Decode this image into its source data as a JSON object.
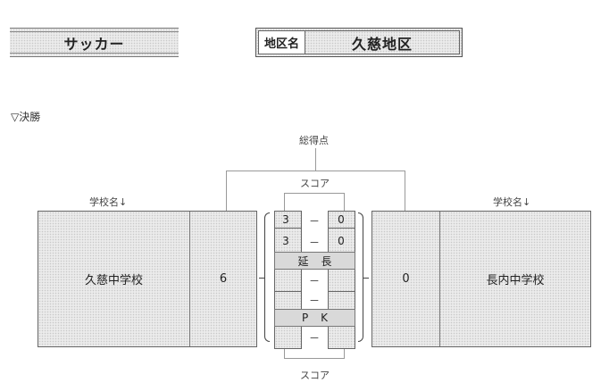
{
  "header": {
    "sport": "サッカー",
    "region_label": "地区名",
    "region_name": "久慈地区"
  },
  "section_title": "▽決勝",
  "total_score_label": "総得点",
  "score_label_top": "スコア",
  "score_label_bottom": "スコア",
  "school_label": "学校名↓",
  "match": {
    "team_left": {
      "name": "久慈中学校",
      "total": "6"
    },
    "team_right": {
      "name": "長内中学校",
      "total": "0"
    },
    "periods": [
      {
        "left": "3",
        "sep": "－",
        "right": "0"
      },
      {
        "left": "3",
        "sep": "－",
        "right": "0"
      }
    ],
    "extra_label": "延長",
    "extra_rows": [
      {
        "sep": "－"
      },
      {
        "sep": "－"
      }
    ],
    "pk_label": "PK",
    "pk_row": {
      "sep": "－"
    }
  }
}
